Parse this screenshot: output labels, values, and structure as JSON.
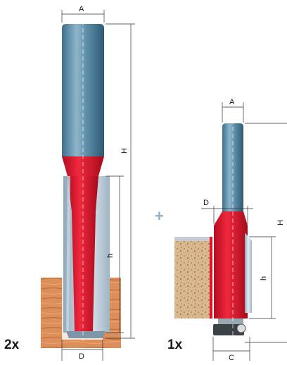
{
  "set": {
    "plus_sign": "+",
    "straight_bit": {
      "quantity": "2x",
      "labels": {
        "A": "A",
        "H": "H",
        "h": "h",
        "D": "D"
      }
    },
    "flush_trim_bit": {
      "quantity": "1x",
      "labels": {
        "A": "A",
        "H": "H",
        "h": "h",
        "D": "D",
        "C": "C"
      }
    }
  },
  "colors": {
    "shank": "#5f8ea8",
    "cutter_red": "#e3122b",
    "carbide": "#b9c9d6",
    "wood": "#d98a55",
    "board": "#d8b48a"
  }
}
